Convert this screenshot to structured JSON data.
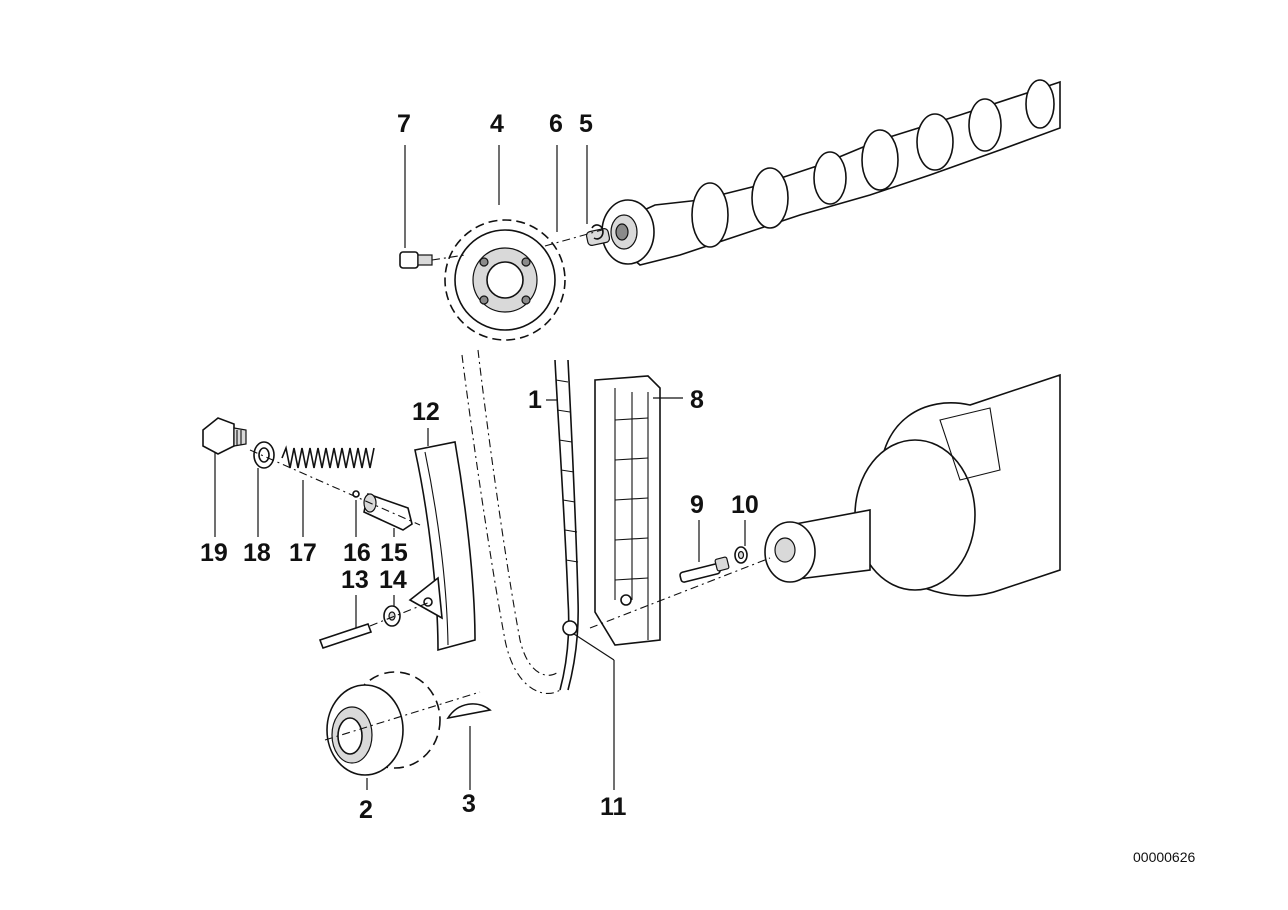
{
  "callouts": {
    "c1": "1",
    "c2": "2",
    "c3": "3",
    "c4": "4",
    "c5": "5",
    "c6": "6",
    "c7": "7",
    "c8": "8",
    "c9": "9",
    "c10": "10",
    "c11": "11",
    "c12": "12",
    "c13": "13",
    "c14": "14",
    "c15": "15",
    "c16": "16",
    "c17": "17",
    "c18": "18",
    "c19": "19"
  },
  "document_number": "00000626"
}
